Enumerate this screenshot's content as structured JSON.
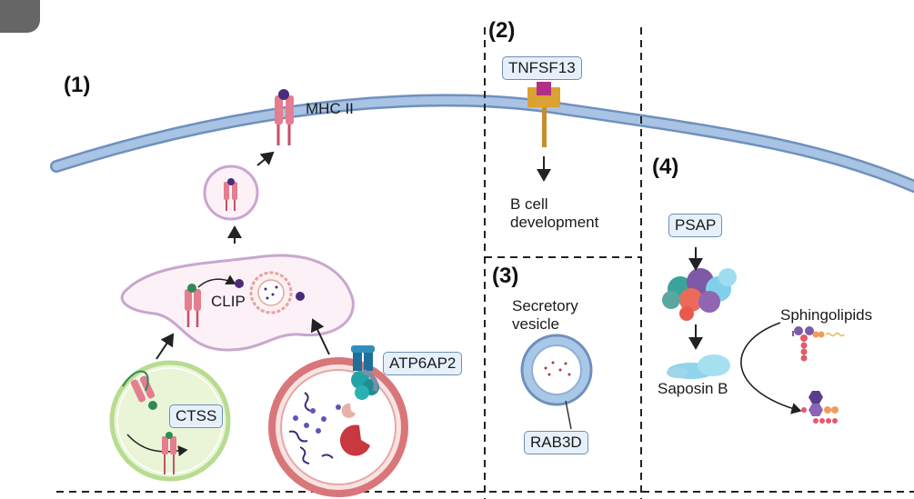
{
  "sections": {
    "s1": "(1)",
    "s2": "(2)",
    "s3": "(3)",
    "s4": "(4)"
  },
  "labels": {
    "mhc": "MHC II",
    "clip": "CLIP",
    "ctss": "CTSS",
    "atp": "ATP6AP2",
    "tnfsf13": "TNFSF13",
    "bcell_1": "B cell",
    "bcell_2": "development",
    "secretory_1": "Secretory",
    "secretory_2": "vesicle",
    "rab3d": "RAB3D",
    "psap": "PSAP",
    "saposin": "Saposin B",
    "sphingo": "Sphingolipids"
  },
  "colors": {
    "membrane": "#a8c3e3",
    "membrane_edge": "#6f90bd",
    "mhc": "#e47d8f",
    "er_outline": "#c9a6cf",
    "endosome_fill": "#e9f5d6",
    "endosome_edge": "#b7dc8f",
    "lysosome_edge": "#d9767a",
    "lysosome_fill": "#f7e3e1",
    "box_bg": "#e6f0fb",
    "box_border": "#6f8fb0"
  }
}
